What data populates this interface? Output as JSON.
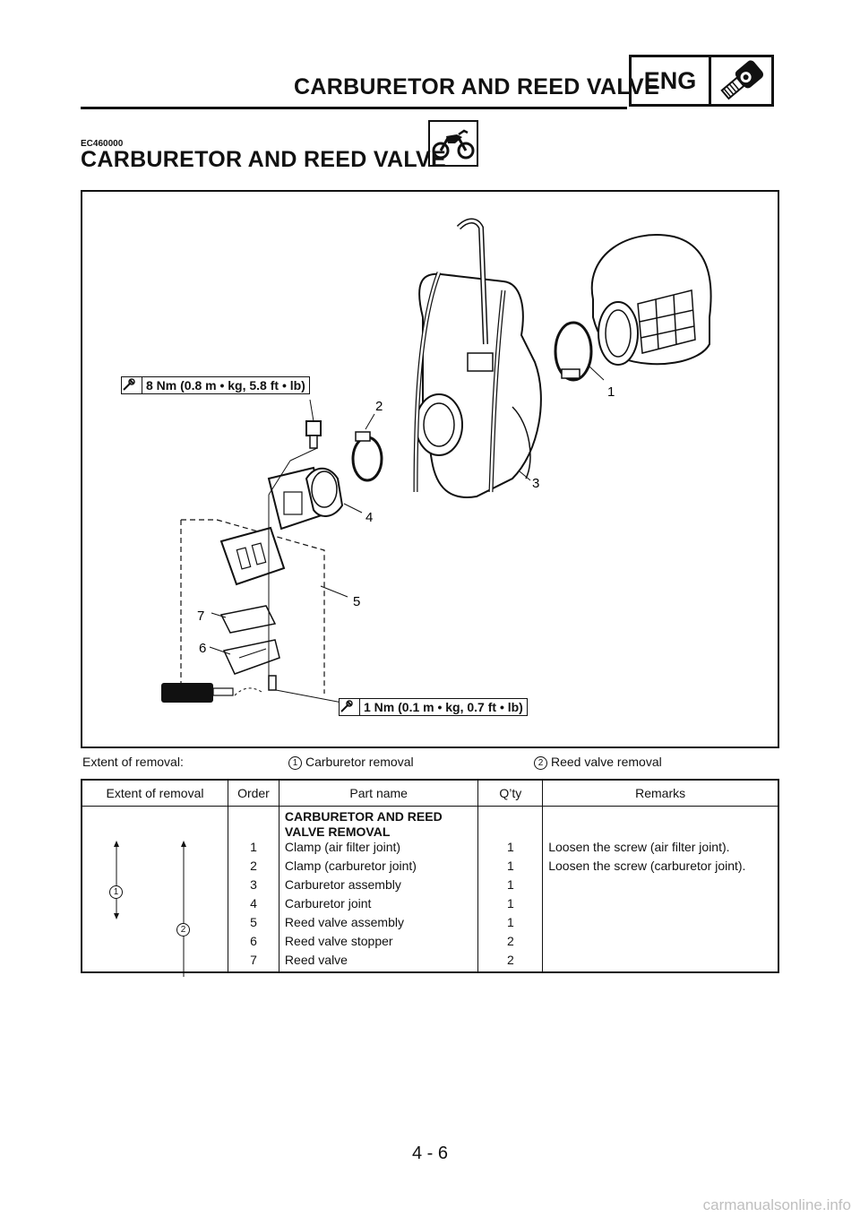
{
  "header": {
    "running_title": "CARBURETOR AND REED VALVE",
    "badge": "ENG"
  },
  "section": {
    "code": "EC460000",
    "title": "CARBURETOR AND REED VALVE"
  },
  "figure": {
    "torque_top": "8 Nm (0.8 m • kg, 5.8 ft • lb)",
    "torque_bottom": "1 Nm (0.1 m • kg, 0.7 ft • lb)",
    "callouts": [
      "1",
      "2",
      "3",
      "4",
      "5",
      "6",
      "7"
    ]
  },
  "extent": {
    "label": "Extent of removal:",
    "items": [
      {
        "num": "1",
        "text": "Carburetor removal"
      },
      {
        "num": "2",
        "text": "Reed valve removal"
      }
    ]
  },
  "table": {
    "headers": [
      "Extent of removal",
      "Order",
      "Part name",
      "Q’ty",
      "Remarks"
    ],
    "title_row": "CARBURETOR AND REED VALVE REMOVAL",
    "rows": [
      {
        "order": "1",
        "part": "Clamp (air filter joint)",
        "qty": "1",
        "remarks": "Loosen the screw (air filter joint)."
      },
      {
        "order": "2",
        "part": "Clamp (carburetor joint)",
        "qty": "1",
        "remarks": "Loosen the screw (carburetor joint)."
      },
      {
        "order": "3",
        "part": "Carburetor assembly",
        "qty": "1",
        "remarks": ""
      },
      {
        "order": "4",
        "part": "Carburetor joint",
        "qty": "1",
        "remarks": ""
      },
      {
        "order": "5",
        "part": "Reed valve assembly",
        "qty": "1",
        "remarks": ""
      },
      {
        "order": "6",
        "part": "Reed valve stopper",
        "qty": "2",
        "remarks": ""
      },
      {
        "order": "7",
        "part": "Reed valve",
        "qty": "2",
        "remarks": ""
      }
    ],
    "extent_markers": [
      "1",
      "2"
    ]
  },
  "footer": {
    "page_number": "4 - 6",
    "watermark": "carmanualsonline.info"
  }
}
